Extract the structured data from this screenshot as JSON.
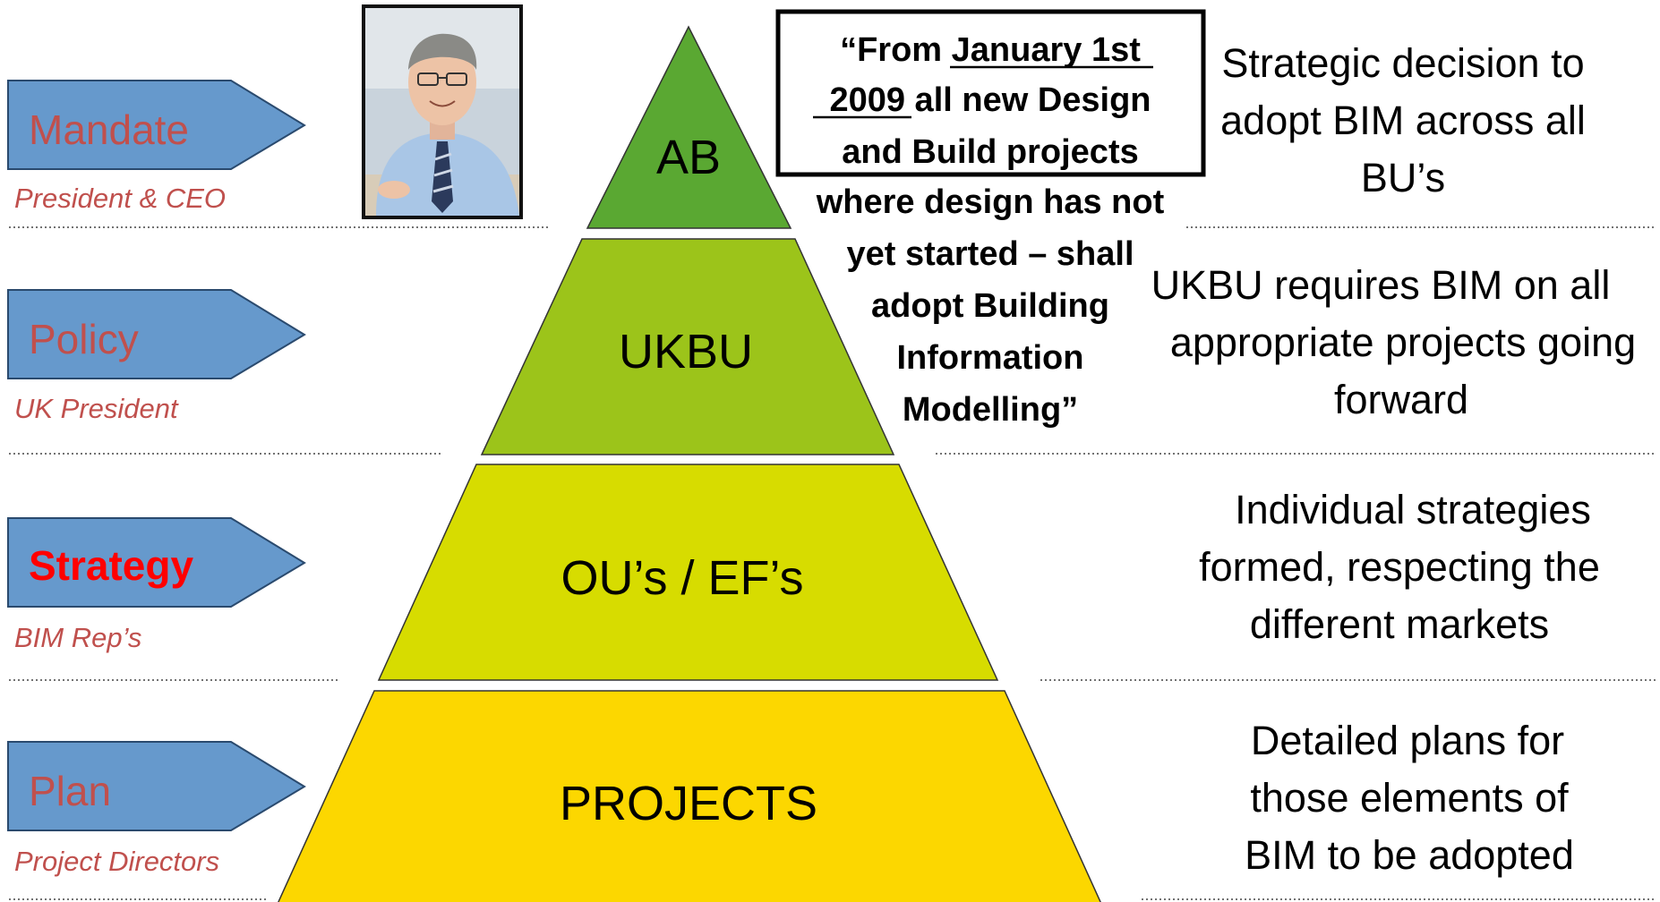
{
  "levels": [
    {
      "label": "Mandate",
      "role": "President & CEO",
      "emphasis": false
    },
    {
      "label": "Policy",
      "role": "UK President",
      "emphasis": false
    },
    {
      "label": "Strategy",
      "role": "BIM Rep’s",
      "emphasis": true
    },
    {
      "label": "Plan",
      "role": "Project Directors",
      "emphasis": false
    }
  ],
  "pyramid": {
    "tiers": [
      {
        "label": "AB",
        "color": "#5aa832"
      },
      {
        "label": "UKBU",
        "color": "#9cc41a"
      },
      {
        "label": "OU’s / EF’s",
        "color": "#d7dc00"
      },
      {
        "label": "PROJECTS",
        "color": "#fcd700"
      }
    ]
  },
  "descriptions": [
    {
      "lines": [
        "Strategic decision to",
        "adopt BIM across all",
        "BU’s"
      ]
    },
    {
      "lines": [
        "UKBU requires BIM on all",
        "appropriate projects going",
        "forward"
      ]
    },
    {
      "lines": [
        "Individual strategies",
        "formed, respecting the",
        "different markets"
      ]
    },
    {
      "lines": [
        "Detailed plans for",
        "those elements of",
        "BIM to be adopted"
      ]
    }
  ],
  "quote": {
    "lines": [
      "“From January 1st",
      "2009 all new Design",
      "and Build projects",
      "where design has not",
      "yet started – shall",
      "adopt Building",
      "Information",
      "Modelling”"
    ]
  },
  "photo": {
    "alt": "President & CEO portrait"
  },
  "colors": {
    "arrow_fill": "#6699cc",
    "arrow_stroke": "#2a4a6e",
    "role_text": "#c0504d",
    "strategy_text": "#ff0000"
  }
}
